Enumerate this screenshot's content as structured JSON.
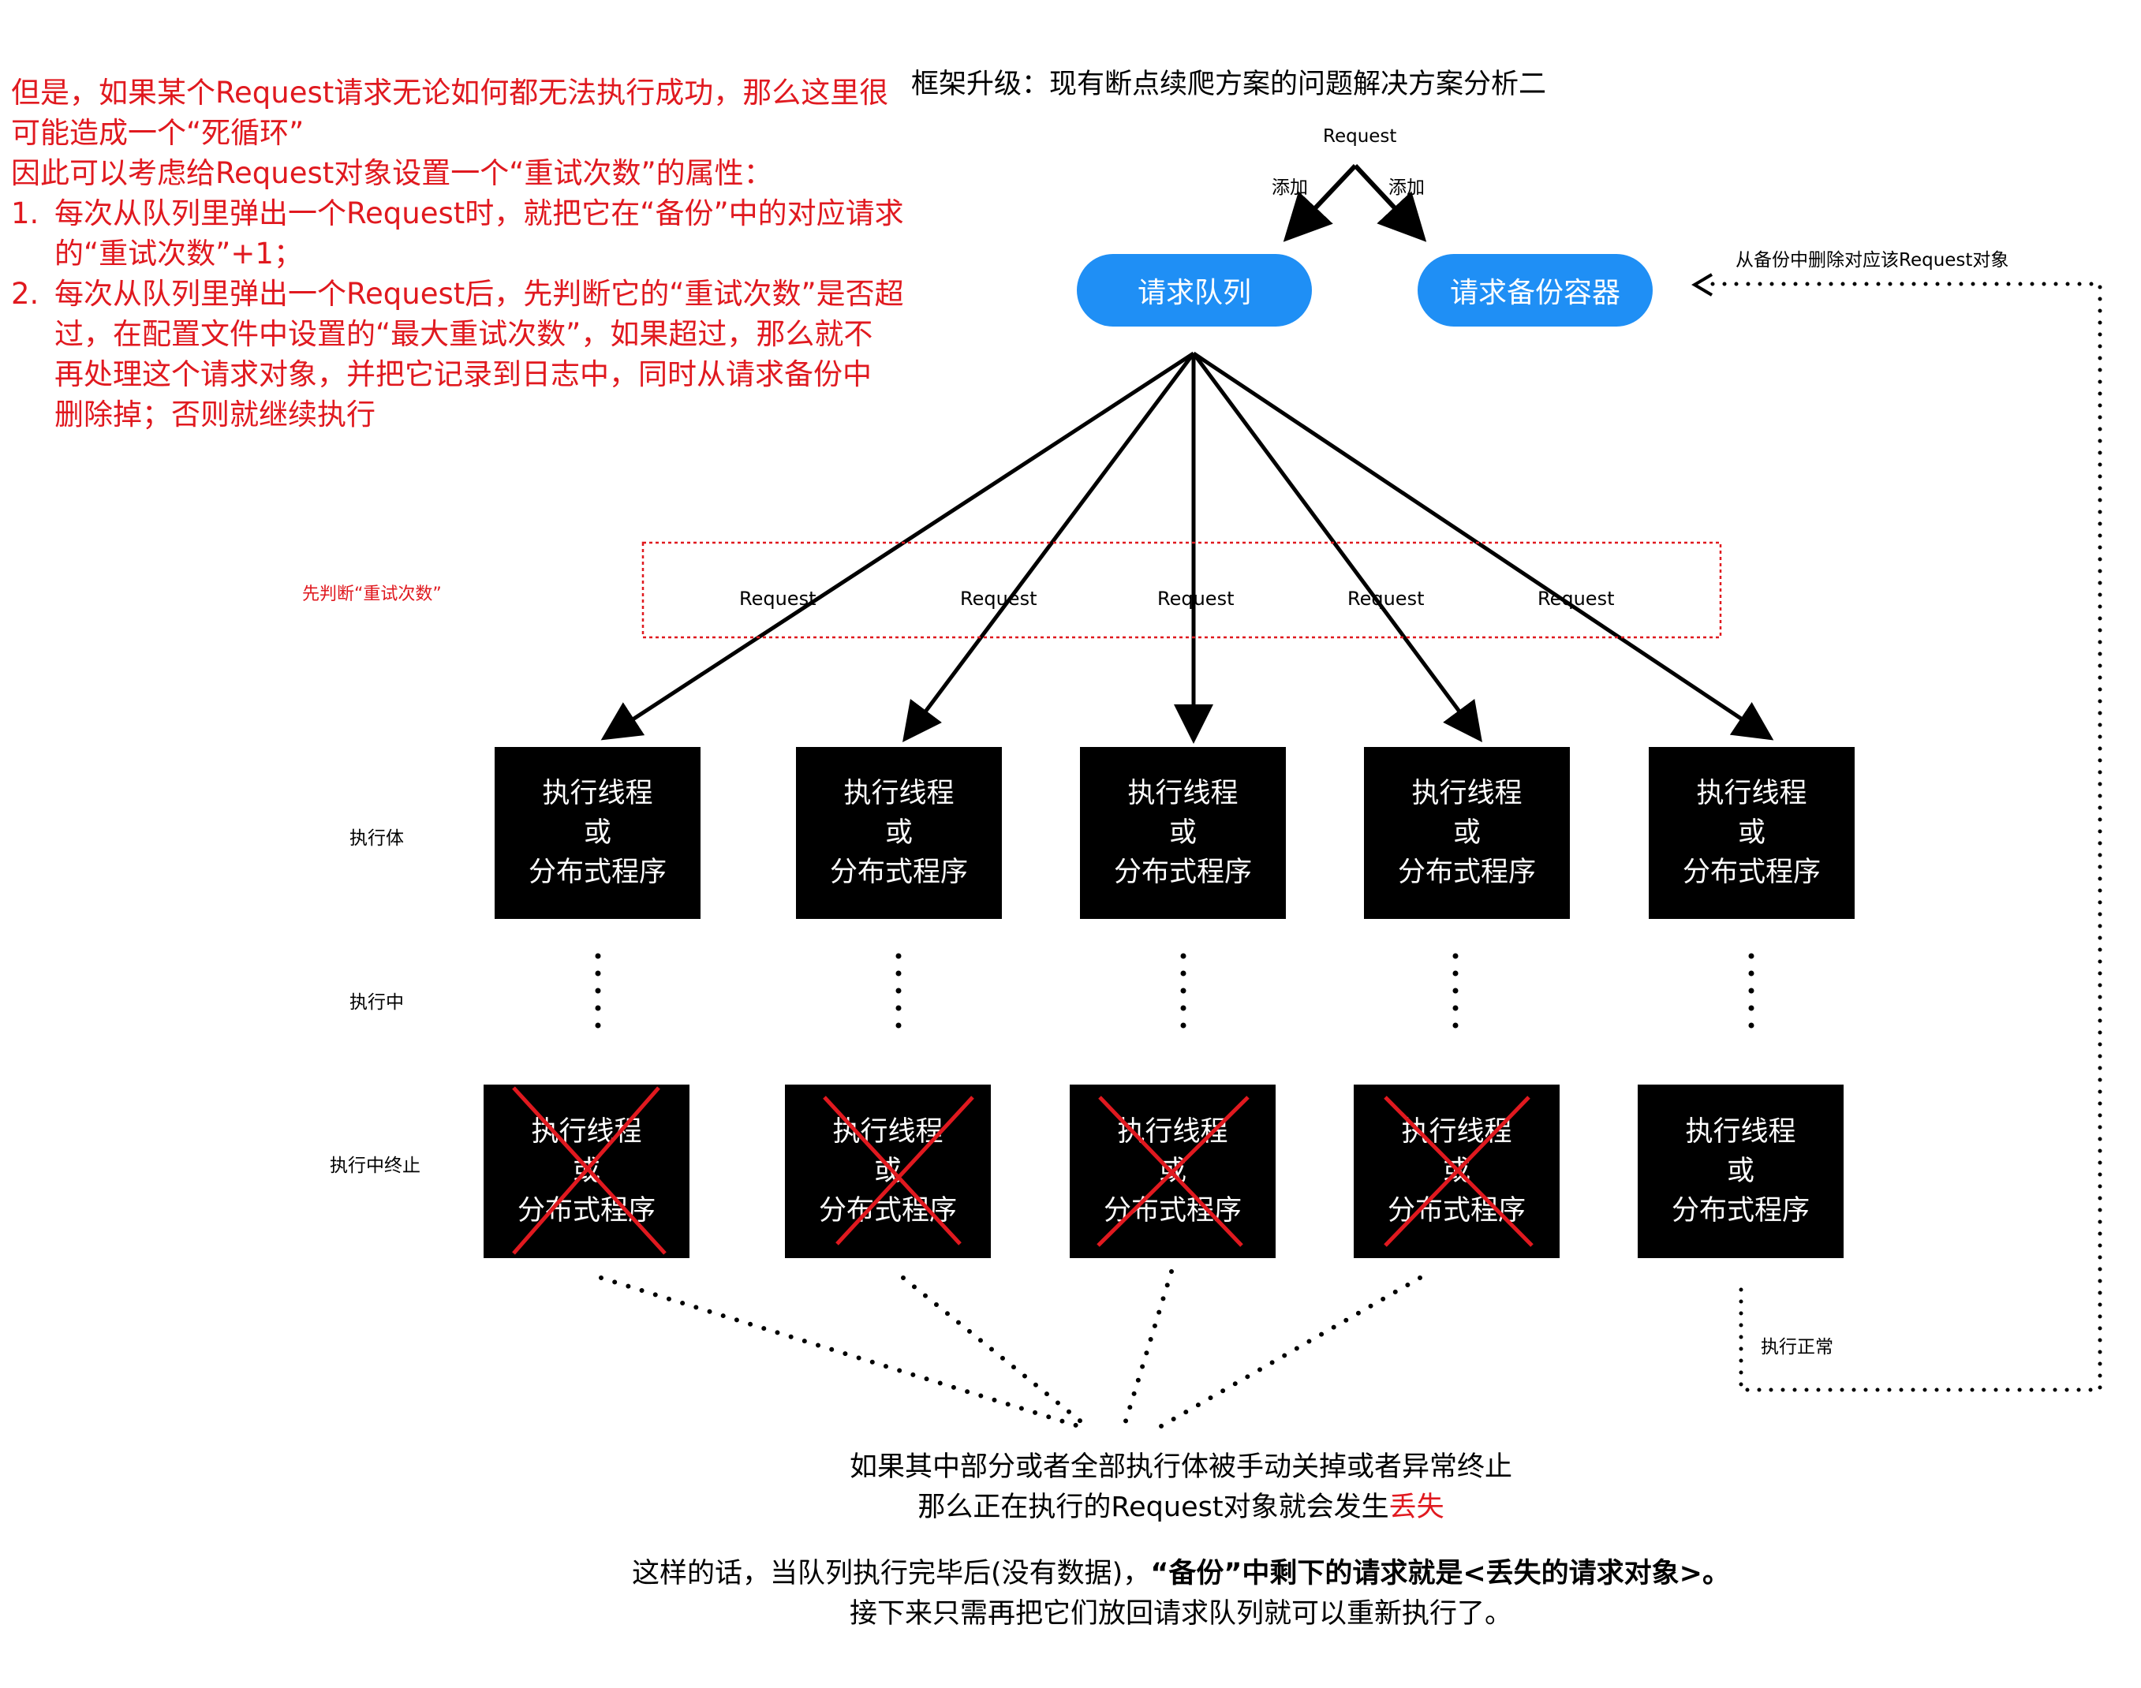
{
  "note": {
    "line1": "但是，如果某个Request请求无论如何都无法执行成功，那么这里很",
    "line2": "可能造成一个“死循环”",
    "line3": "因此可以考虑给Request对象设置一个“重试次数”的属性：",
    "item1_num": "1.",
    "item1_a": "每次从队列里弹出一个Request时，就把它在“备份”中的对应请求",
    "item1_b": "的“重试次数”+1；",
    "item2_num": "2.",
    "item2_a": "每次从队列里弹出一个Request后，先判断它的“重试次数”是否超",
    "item2_b": "过，在配置文件中设置的“最大重试次数”，如果超过，那么就不",
    "item2_c": "再处理这个请求对象，并把它记录到日志中，同时从请求备份中",
    "item2_d": "删除掉；否则就继续执行"
  },
  "title": "框架升级：现有断点续爬方案的问题解决方案分析二",
  "top": {
    "request_label": "Request",
    "add_left": "添加",
    "add_right": "添加",
    "queue": "请求队列",
    "backup": "请求备份容器",
    "delete_label": "从备份中删除对应该Request对象"
  },
  "check_label": "先判断“重试次数”",
  "request_labels": [
    "Request",
    "Request",
    "Request",
    "Request",
    "Request"
  ],
  "lanes": {
    "executor": "执行体",
    "running": "执行中",
    "terminated": "执行中终止"
  },
  "box_text": {
    "line1": "执行线程",
    "line2": "或",
    "line3": "分布式程序"
  },
  "normal_label": "执行正常",
  "bottom": {
    "line1": "如果其中部分或者全部执行体被手动关掉或者异常终止",
    "line2_prefix": "那么正在执行的Request对象就会发生",
    "line2_red": "丢失",
    "line3_prefix": "这样的话，当队列执行完毕后(没有数据)，",
    "line3_bold": "“备份”中剩下的请求就是<丢失的请求对象>。",
    "line4": "接下来只需再把它们放回请求队列就可以重新执行了。"
  },
  "colors": {
    "pill_blue": "#1f8ff5",
    "note_red": "#e0191f",
    "box_black": "#000000"
  }
}
